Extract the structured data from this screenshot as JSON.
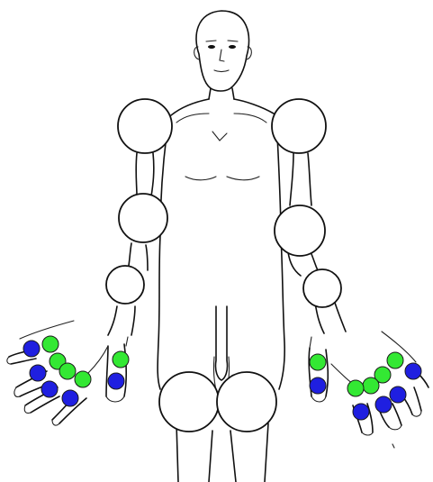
{
  "colors": {
    "background": "#ffffff",
    "outline": "#111111",
    "joint_large_fill": "#ffffff",
    "joint_green": "#33e833",
    "joint_blue": "#1f1fe0"
  },
  "figure": {
    "description_icon": "human-body-outline-icon",
    "large_joints": [
      {
        "name": "right-shoulder-joint"
      },
      {
        "name": "left-shoulder-joint"
      },
      {
        "name": "right-elbow-joint"
      },
      {
        "name": "left-elbow-joint"
      },
      {
        "name": "right-wrist-joint"
      },
      {
        "name": "left-wrist-joint"
      },
      {
        "name": "right-knee-joint"
      },
      {
        "name": "left-knee-joint"
      }
    ],
    "hand_joints": {
      "left_hand": {
        "green_count": 5,
        "blue_count": 5
      },
      "right_hand": {
        "green_count": 5,
        "blue_count": 5
      }
    }
  }
}
